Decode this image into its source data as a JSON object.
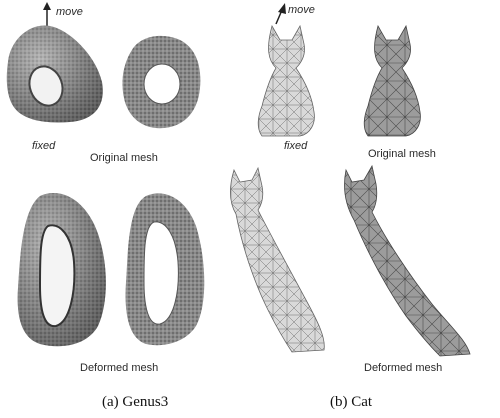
{
  "labels": {
    "move_left": "move",
    "fixed_left": "fixed",
    "original_left": "Original mesh",
    "deformed_left": "Deformed mesh",
    "move_right": "move",
    "fixed_right": "fixed",
    "original_right": "Original mesh",
    "deformed_right": "Deformed mesh"
  },
  "captions": {
    "a": "(a) Genus3",
    "b": "(b) Cat"
  }
}
